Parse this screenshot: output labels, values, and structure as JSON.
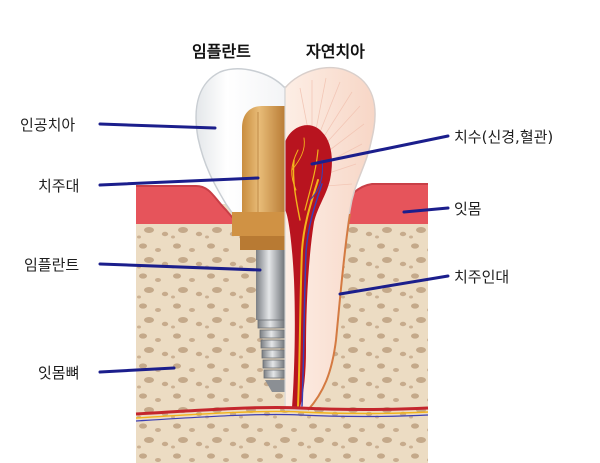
{
  "titles": {
    "implant": "임플란트",
    "natural_tooth": "자연치아"
  },
  "labels": {
    "crown": "인공치아",
    "abutment": "치주대",
    "implant_fixture": "임플란트",
    "alveolar_bone": "잇몸뼈",
    "pulp": "치수(신경,혈관)",
    "gum": "잇몸",
    "ligament": "치주인대"
  },
  "colors": {
    "leader_line": "#1b1e8c",
    "bone": "#ecdcc3",
    "bone_pore": "#c4a98a",
    "gum": "#e6545b",
    "abutment": "#d9a558",
    "pulp": "#b8141f",
    "nerve": "#f2b31c",
    "vessel": "#3b3fb5"
  }
}
